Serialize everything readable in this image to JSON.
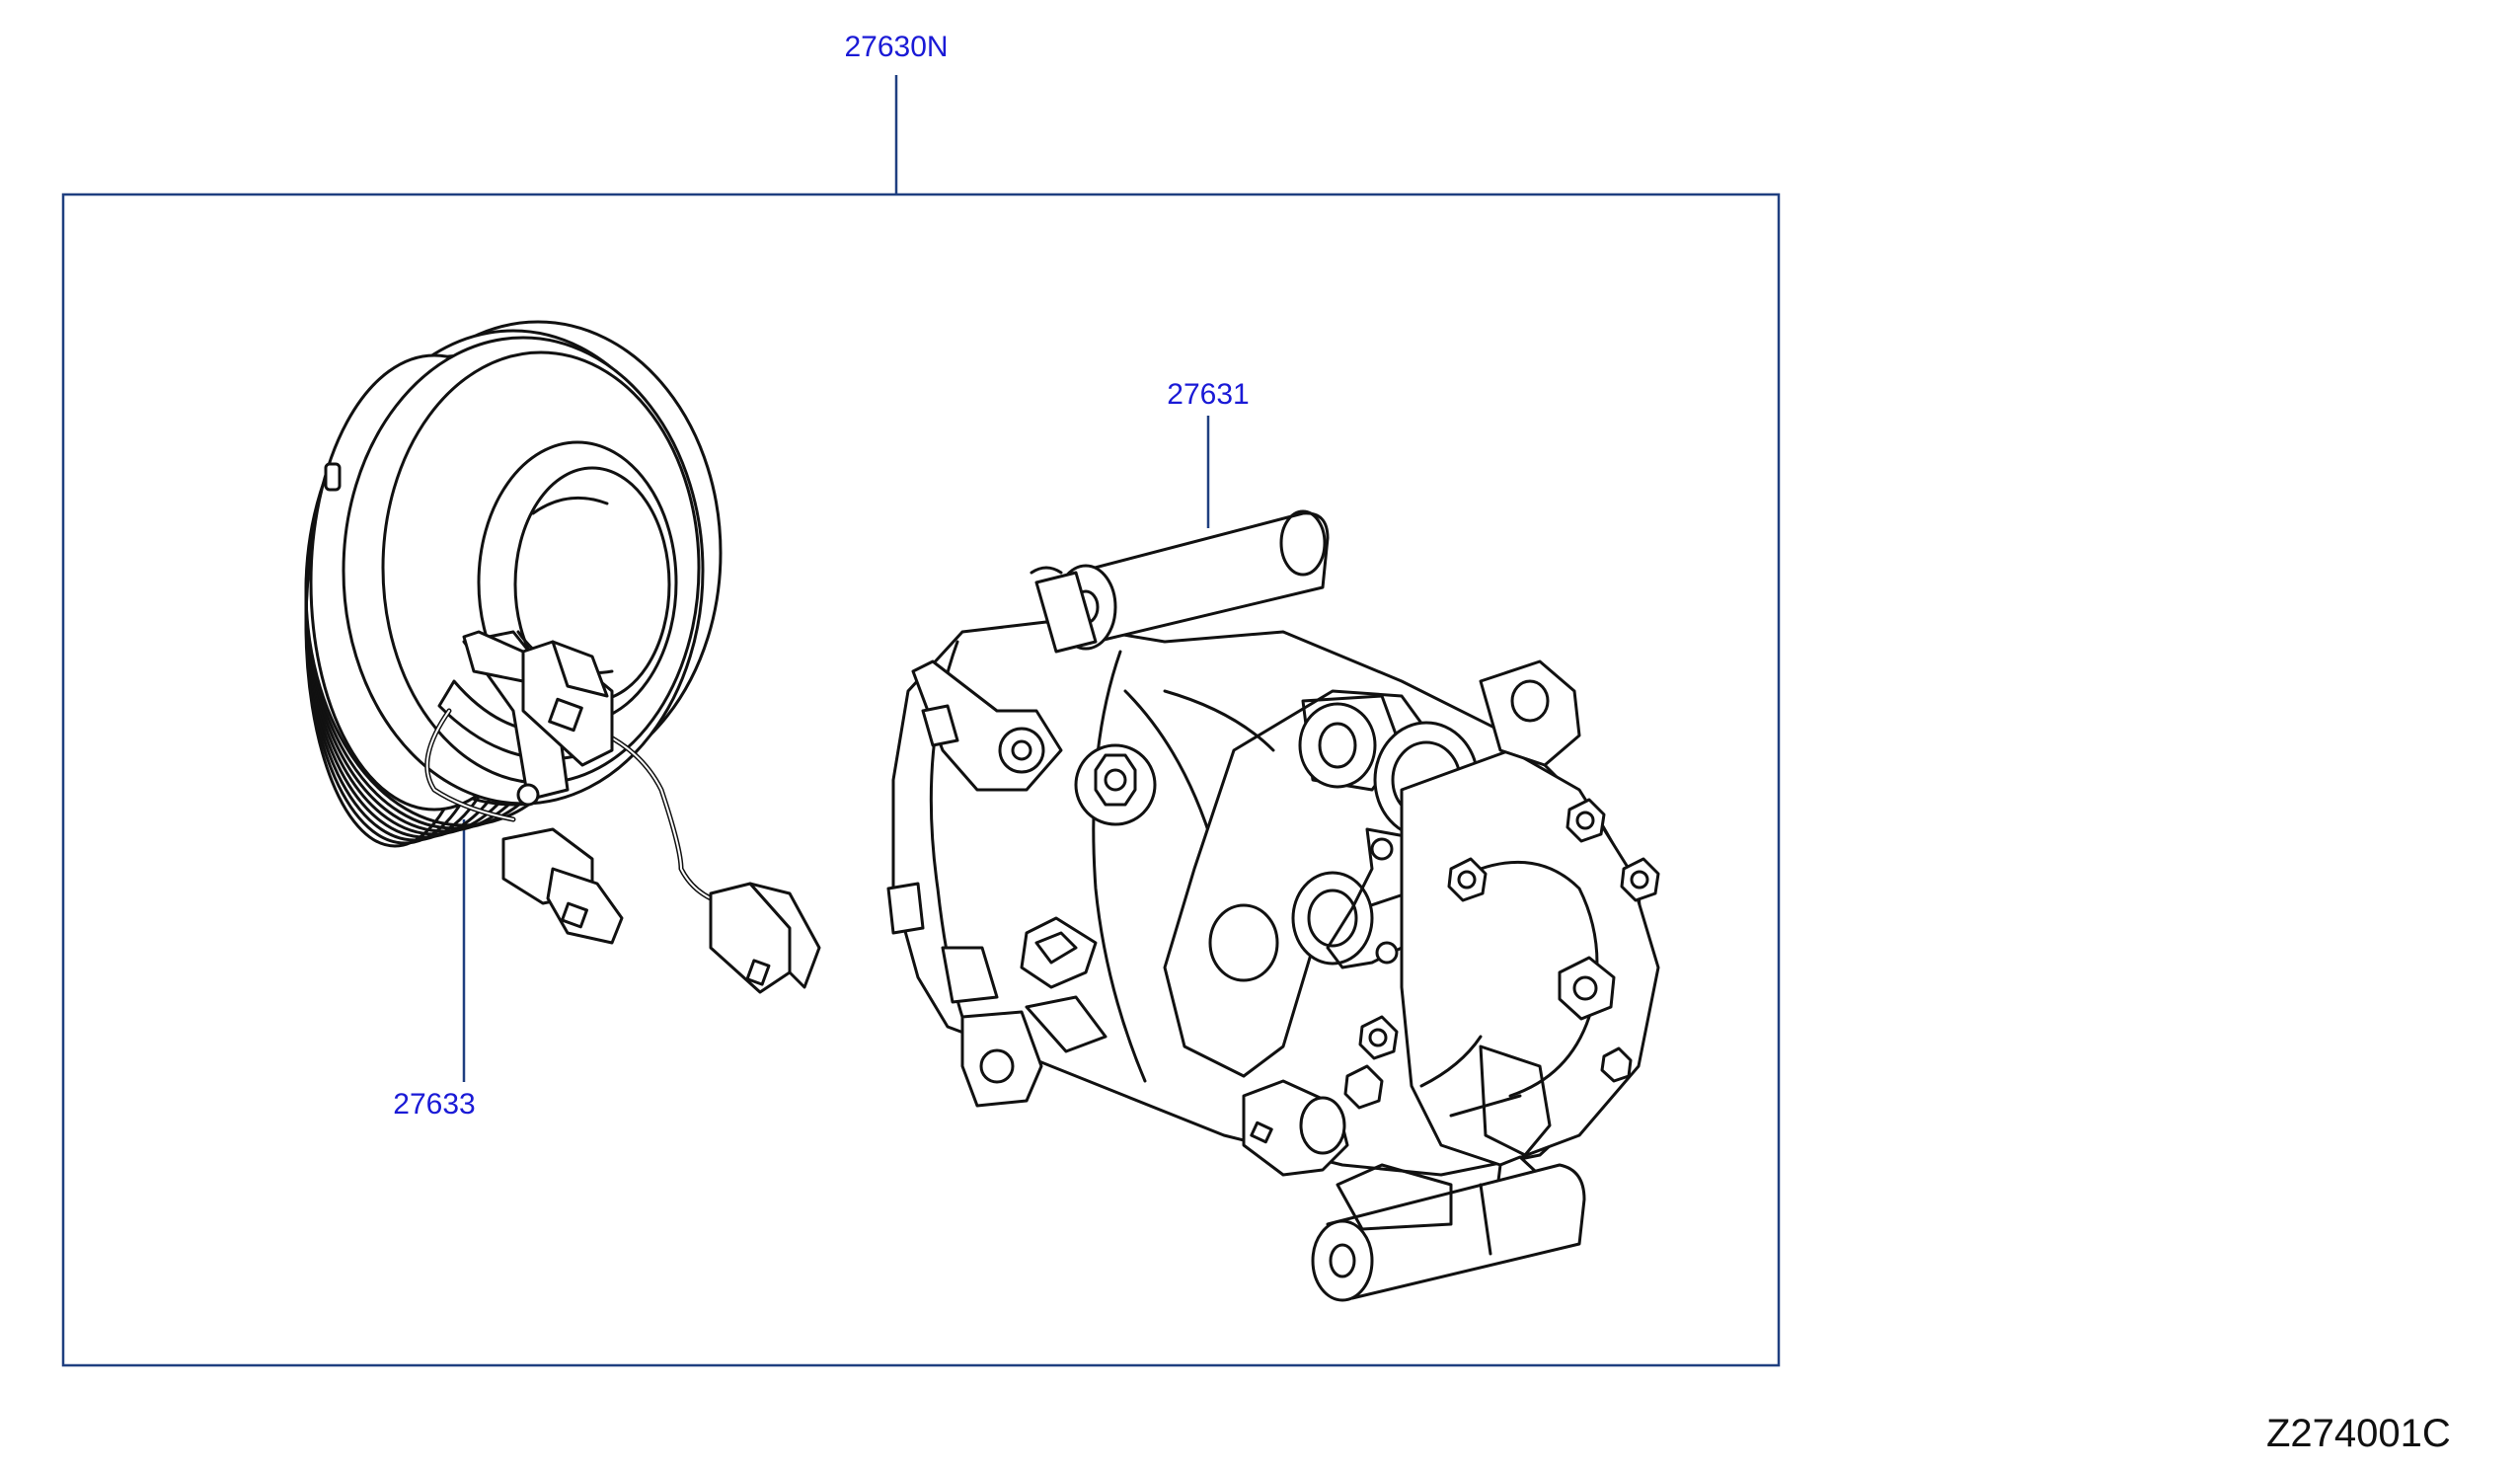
{
  "diagram": {
    "code": "Z274001C",
    "colors": {
      "callout": "#1a1ad6",
      "frame": "#1f3f80",
      "line": "#111111"
    },
    "callouts": [
      {
        "id": "assembly",
        "number": "27630N"
      },
      {
        "id": "compressor",
        "number": "27631"
      },
      {
        "id": "clutch",
        "number": "27633"
      }
    ],
    "parts": [
      {
        "id": "clutch",
        "icon": "pulley-clutch-icon"
      },
      {
        "id": "compressor",
        "icon": "ac-compressor-icon"
      }
    ]
  }
}
